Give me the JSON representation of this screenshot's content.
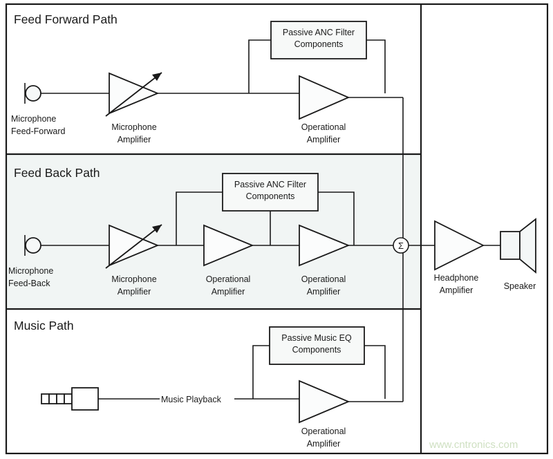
{
  "diagram": {
    "title_hidden": "",
    "watermark": "www.cntronics.com",
    "colors": {
      "stroke": "#1a1a1a",
      "feedback_band_bg": "#f1f5f4",
      "shape_fill": "#f7f9f8",
      "watermark": "#cfe0c2"
    },
    "sections": [
      {
        "id": "feed-forward",
        "title": "Feed Forward Path",
        "nodes": {
          "microphone": "Microphone\nFeed-Forward",
          "microphone_line1": "Microphone",
          "microphone_line2": "Feed-Forward",
          "mic_amp_line1": "Microphone",
          "mic_amp_line2": "Amplifier",
          "filter_box_line1": "Passive ANC Filter",
          "filter_box_line2": "Components",
          "op_amp_line1": "Operational",
          "op_amp_line2": "Amplifier"
        }
      },
      {
        "id": "feed-back",
        "title": "Feed Back Path",
        "nodes": {
          "microphone_line1": "Microphone",
          "microphone_line2": "Feed-Back",
          "mic_amp_line1": "Microphone",
          "mic_amp_line2": "Amplifier",
          "filter_box_line1": "Passive ANC Filter",
          "filter_box_line2": "Components",
          "op_amp1_line1": "Operational",
          "op_amp1_line2": "Amplifier",
          "op_amp2_line1": "Operational",
          "op_amp2_line2": "Amplifier"
        }
      },
      {
        "id": "music",
        "title": "Music Path",
        "nodes": {
          "playback_label": "Music Playback",
          "eq_box_line1": "Passive Music EQ",
          "eq_box_line2": "Components",
          "op_amp_line1": "Operational",
          "op_amp_line2": "Amplifier"
        }
      }
    ],
    "output_stage": {
      "summer_symbol": "Σ",
      "headphone_amp_line1": "Headphone",
      "headphone_amp_line2": "Amplifier",
      "speaker_label": "Speaker"
    }
  }
}
